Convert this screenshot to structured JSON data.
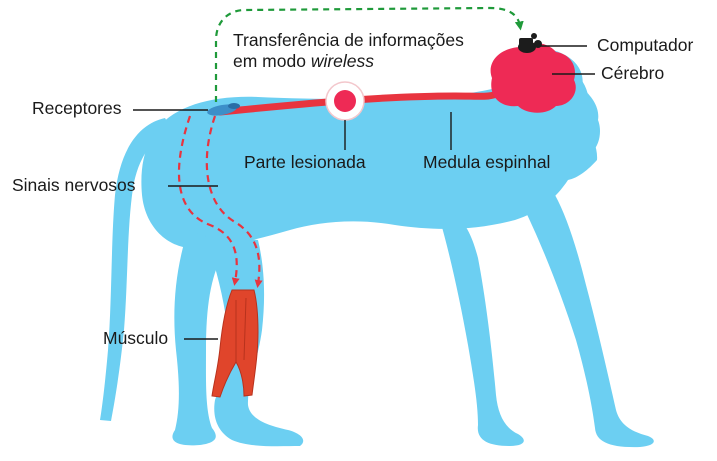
{
  "labels": {
    "transfer_line1": "Transferência de informações",
    "transfer_line2_prefix": "em modo ",
    "transfer_line2_italic": "wireless",
    "computer": "Computador",
    "brain": "Cérebro",
    "receptors": "Receptores",
    "injured_part": "Parte lesionada",
    "spinal_cord": "Medula espinhal",
    "nerve_signals": "Sinais nervosos",
    "muscle": "Músculo"
  },
  "colors": {
    "body": "#6ccff2",
    "spinal_cord": "#e8343f",
    "brain": "#ee2a55",
    "muscle": "#e0452b",
    "nerve_signal_arrows": "#e8343f",
    "wireless_arrow": "#1f9a3a",
    "computer": "#1c1c1c",
    "receptors": "#3c8fc9",
    "leader_lines": "#1a1a1a"
  },
  "icons": [
    "monkey-silhouette",
    "computer-chip-icon",
    "brain-shape",
    "muscle-shape",
    "injury-spot"
  ]
}
